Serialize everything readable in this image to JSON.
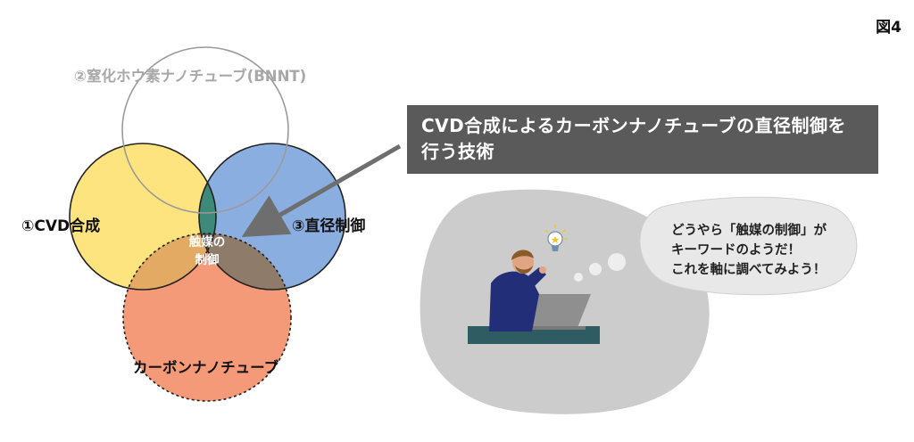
{
  "figure_label": "図4",
  "venn": {
    "set_bnnt": "②窒化ホウ素ナノチューブ(BNNT)",
    "set_cvd": "①CVD合成",
    "set_diameter": "③直径制御",
    "set_cnt": "カーボンナノチューブ",
    "center_line1": "触媒の",
    "center_line2": "制御"
  },
  "banner": {
    "line1": "CVD合成によるカーボンナノチューブの直径制御を",
    "line2": "行う技術"
  },
  "speech": {
    "line1": "どうやら「触媒の制御」が",
    "line2": "キーワードのようだ！",
    "line3": "これを軸に調べてみよう！"
  },
  "colors": {
    "cvd_circle": "#fde47f",
    "diameter_circle": "#8aaedf",
    "cnt_circle": "#f49a78",
    "center": "#555555",
    "banner": "#5a5a5a",
    "blob": "#cccccc"
  }
}
